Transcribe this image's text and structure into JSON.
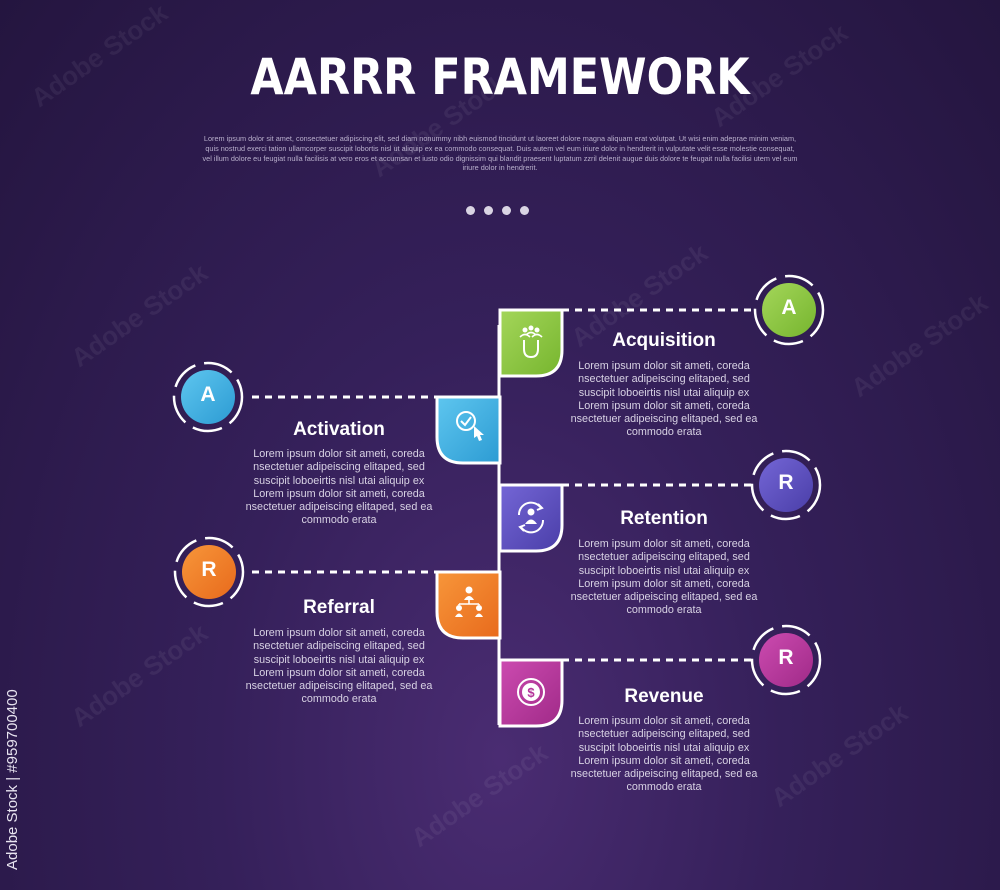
{
  "header": {
    "title": "AARRR FRAMEWORK",
    "intro": "Lorem ipsum dolor sit amet, consectetuer adipiscing elit, sed diam nonummy nibh euismod tincidunt ut laoreet dolore magna aliquam erat volutpat. Ut wisi enim adeprae minim veniam, quis nostrud exerci tation ullamcorper suscipit lobortis nisl ut aliquip ex ea commodo consequat. Duis autem vel eum iriure dolor in hendrerit in vulputate velit esse molestie consequat, vel illum dolore eu feugiat nulla facilisis at vero eros et accumsan et iusto odio dignissim qui blandit praesent luptatum zzril delenit augue duis dolore te feugait nulla facilisi utem vel eum iriure dolor in hendrerit."
  },
  "stages": [
    {
      "key": "acquisition",
      "title": "Acquisition",
      "letter": "A",
      "icon": "magnet-people-icon",
      "color": "#8cc63f",
      "desc": "Lorem ipsum dolor sit ameti, coreda nsectetuer adipeiscing elitaped, sed suscipit loboeirtis nisl utai aliquip ex Lorem ipsum dolor sit ameti, coreda nsectetuer adipeiscing elitaped, sed ea commodo erata"
    },
    {
      "key": "activation",
      "title": "Activation",
      "letter": "A",
      "icon": "check-click-icon",
      "color": "#3ab0e2",
      "desc": "Lorem ipsum dolor sit ameti, coreda nsectetuer adipeiscing elitaped, sed suscipit loboeirtis nisl utai aliquip ex Lorem ipsum dolor sit ameti, coreda nsectetuer adipeiscing elitaped, sed ea commodo erata"
    },
    {
      "key": "retention",
      "title": "Retention",
      "letter": "R",
      "icon": "user-cycle-icon",
      "color": "#5b4ec0",
      "desc": "Lorem ipsum dolor sit ameti, coreda nsectetuer adipeiscing elitaped, sed suscipit loboeirtis nisl utai aliquip ex Lorem ipsum dolor sit ameti, coreda nsectetuer adipeiscing elitaped, sed ea commodo erata"
    },
    {
      "key": "referral",
      "title": "Referral",
      "letter": "R",
      "icon": "network-people-icon",
      "color": "#f07b26",
      "desc": "Lorem ipsum dolor sit ameti, coreda nsectetuer adipeiscing elitaped, sed suscipit loboeirtis nisl utai aliquip ex Lorem ipsum dolor sit ameti, coreda nsectetuer adipeiscing elitaped, sed ea commodo erata"
    },
    {
      "key": "revenue",
      "title": "Revenue",
      "letter": "R",
      "icon": "dollar-coin-icon",
      "color": "#b5349b",
      "desc": "Lorem ipsum dolor sit ameti, coreda nsectetuer adipeiscing elitaped, sed suscipit loboeirtis nisl utai aliquip ex Lorem ipsum dolor sit ameti, coreda nsectetuer adipeiscing elitaped, sed ea commodo erata"
    }
  ],
  "watermark": {
    "text": "Adobe Stock",
    "id_text": "Adobe Stock | #959700400"
  }
}
